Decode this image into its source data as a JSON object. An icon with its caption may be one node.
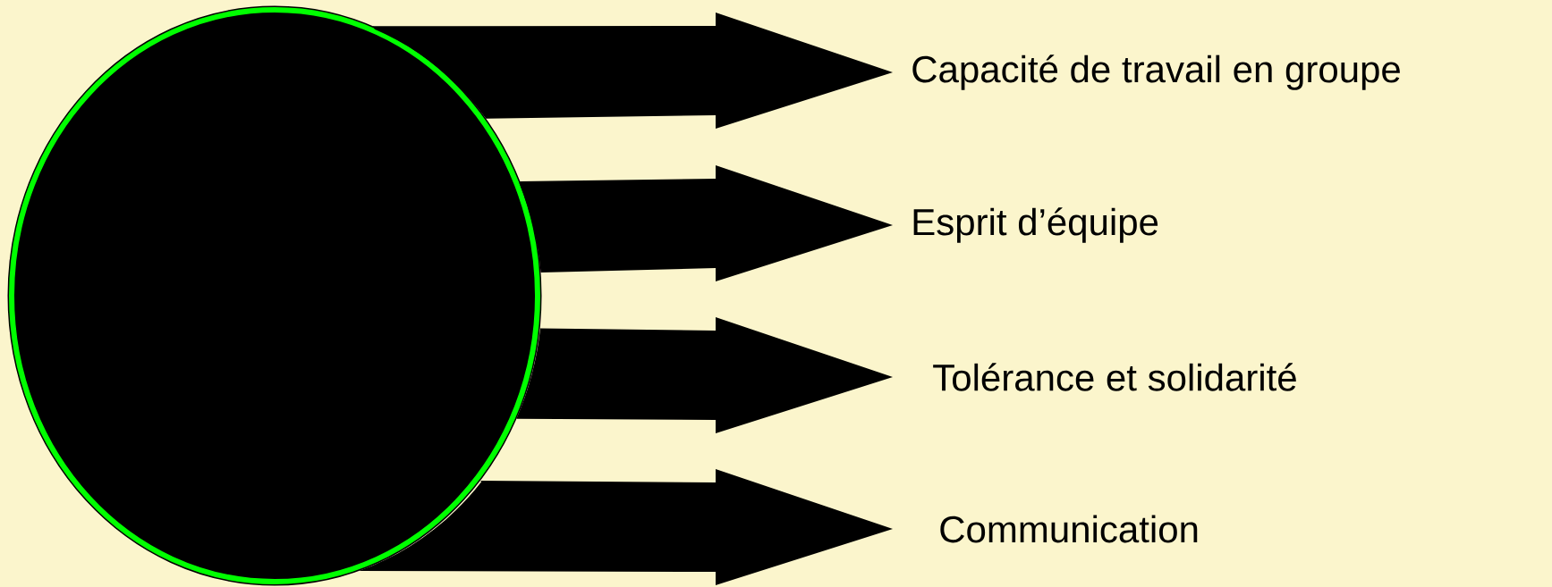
{
  "diagram": {
    "nodes": [
      {
        "text": [],
        "shape": "circle"
      },
      {
        "text": [
          "Capacité de travail en groupe"
        ]
      },
      {
        "text": [
          "Esprit d’équipe"
        ]
      },
      {
        "text": [
          "Tolérance et solidarité"
        ]
      },
      {
        "text": [
          "Communication"
        ]
      }
    ],
    "edges": [
      {
        "from": 0,
        "to": 1,
        "arrow": "to",
        "style": "thick"
      },
      {
        "from": 0,
        "to": 2,
        "arrow": "to",
        "style": "thick"
      },
      {
        "from": 0,
        "to": 3,
        "arrow": "to",
        "style": "thick"
      },
      {
        "from": 0,
        "to": 4,
        "arrow": "to",
        "style": "thick"
      }
    ]
  }
}
